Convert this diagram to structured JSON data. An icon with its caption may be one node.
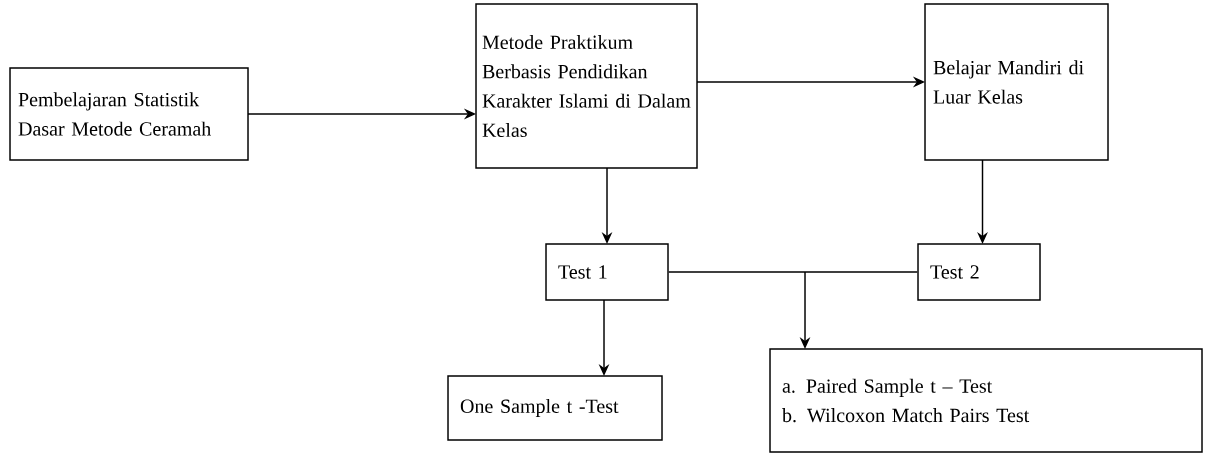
{
  "diagram": {
    "nodes": [
      {
        "text": [
          "Pembelajaran Statistik Dasar Metode Ceramah"
        ]
      },
      {
        "text": [
          "Metode Praktikum Berbasis Pendidikan Karakter Islami di Dalam Kelas"
        ]
      },
      {
        "text": [
          "Belajar Mandiri di Luar Kelas"
        ]
      },
      {
        "text": [
          "Test 1"
        ]
      },
      {
        "text": [
          "Test 2"
        ]
      },
      {
        "text": [
          "One Sample t -Test"
        ]
      },
      {
        "text": [
          "a. Paired Sample t – Test",
          "b. Wilcoxon Match Pairs Test"
        ]
      }
    ],
    "edges": [
      {
        "from": 0,
        "to": 1,
        "arrow": "to"
      },
      {
        "from": 1,
        "to": 2,
        "arrow": "to"
      },
      {
        "from": 1,
        "to": 3,
        "arrow": "to"
      },
      {
        "from": 2,
        "to": 4,
        "arrow": "to"
      },
      {
        "from": 3,
        "to": 5,
        "arrow": "to"
      },
      {
        "from": 3,
        "to": 6,
        "arrow": "to"
      },
      {
        "from": 4,
        "to": 6,
        "arrow": "to"
      }
    ]
  }
}
